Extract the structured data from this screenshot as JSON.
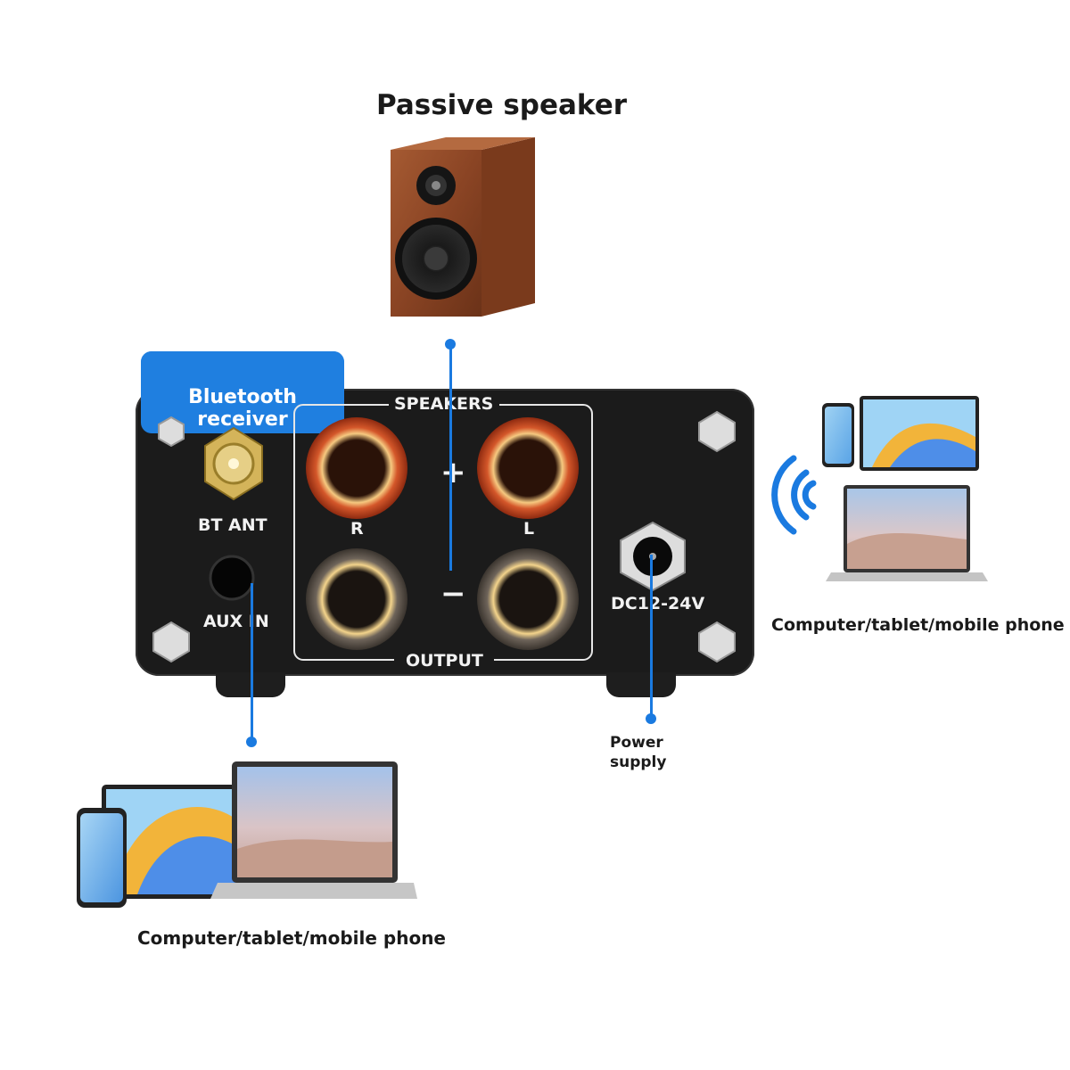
{
  "title": "Passive speaker",
  "callout": "Bluetooth receiver",
  "panel": {
    "speakers": "SPEAKERS",
    "output": "OUTPUT",
    "bt_ant": "BT ANT",
    "aux_in": "AUX IN",
    "right": "R",
    "left": "L",
    "plus": "+",
    "minus": "−",
    "dc": "DC12-24V"
  },
  "captions": {
    "right_devices": "Computer/tablet/mobile phone",
    "bottom_devices": "Computer/tablet/mobile phone",
    "power": "Power\nsupply"
  },
  "colors": {
    "accent": "#1a7ae0",
    "amp_body": "#1b1b1b",
    "speaker_wood": "#8a4a2a",
    "red_terminal": "#c8421e",
    "black_terminal": "#5a5048",
    "terminal_glow": "#f4c27a"
  }
}
